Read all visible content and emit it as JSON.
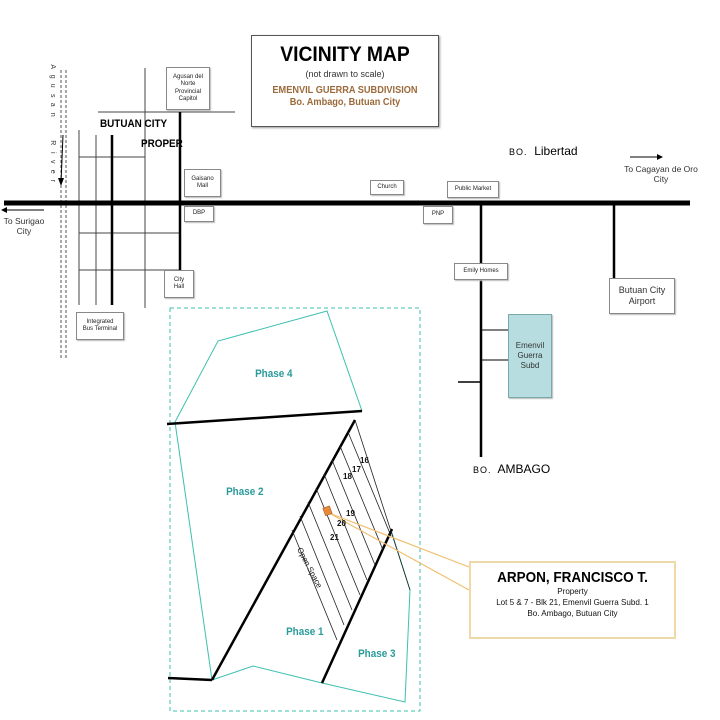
{
  "title": {
    "main": "VICINITY MAP",
    "note": "(not drawn to scale)",
    "subdivision": "EMENVIL GUERRA SUBDIVISION",
    "location": "Bo. Ambago, Butuan City"
  },
  "colors": {
    "road": "#000000",
    "phase_boundary": "#3cc0b0",
    "phase_label": "#2a9a9a",
    "subdivision_fill": "#b7dde0",
    "callout_border": "#f0d9a8",
    "callout_leader": "#f0c070",
    "property_marker": "#e8893a",
    "title_accent": "#9b6a3a"
  },
  "river": {
    "label": "Agusan River",
    "letters": [
      "A",
      "g",
      "u",
      "s",
      "a",
      "n",
      " ",
      " ",
      "R",
      "i",
      "v",
      "e",
      "r"
    ]
  },
  "areas": {
    "butuan_city": "BUTUAN CITY",
    "proper": "PROPER",
    "libertad_prefix": "BO.",
    "libertad": "Libertad",
    "ambago_prefix": "BO.",
    "ambago": "AMBAGO"
  },
  "directions": {
    "to_surigao": [
      "To Surigao",
      "City"
    ],
    "to_cagayan": [
      "To  Cagayan de Oro",
      "City"
    ]
  },
  "landmarks": {
    "capitol": [
      "Agusan del",
      "Norte",
      "Provincial",
      "Capitol"
    ],
    "gaisano": [
      "Gaisano",
      "Mall"
    ],
    "dbp": "DBP",
    "city_hall": [
      "City",
      "Hall"
    ],
    "bus_terminal": [
      "Integrated",
      "Bus Terminal"
    ],
    "church": "Church",
    "pnp": "PNP",
    "public_market": "Public Market",
    "emily_homes": "Emily Homes",
    "emenvil": [
      "Emenvil",
      "Guerra",
      "Subd"
    ],
    "airport": [
      "Butuan City",
      "Airport"
    ]
  },
  "site_plan": {
    "phases": [
      "Phase 4",
      "Phase 2",
      "Phase 1",
      "Phase 3"
    ],
    "lots": [
      "16",
      "17",
      "18",
      "19",
      "20",
      "21"
    ],
    "open_space": "Open Space"
  },
  "callout": {
    "owner": "ARPON, FRANCISCO T.",
    "type": "Property",
    "lot": "Lot 5 & 7 - Blk 21, Emenvil Guerra Subd. 1",
    "address": "Bo. Ambago, Butuan City"
  }
}
